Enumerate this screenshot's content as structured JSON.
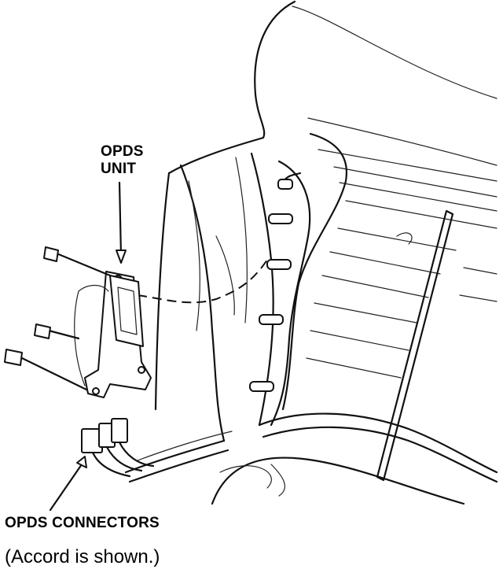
{
  "labels": {
    "opds_unit_line1": "OPDS",
    "opds_unit_line2": "UNIT",
    "opds_connectors": "OPDS CONNECTORS"
  },
  "caption": "(Accord is shown.)",
  "parts": [
    "opds-unit",
    "bracket",
    "bolts",
    "opds-connectors",
    "wire-harness",
    "seat-back-frame",
    "seat-spring"
  ],
  "colors": {
    "line": "#111111",
    "background": "#ffffff"
  }
}
